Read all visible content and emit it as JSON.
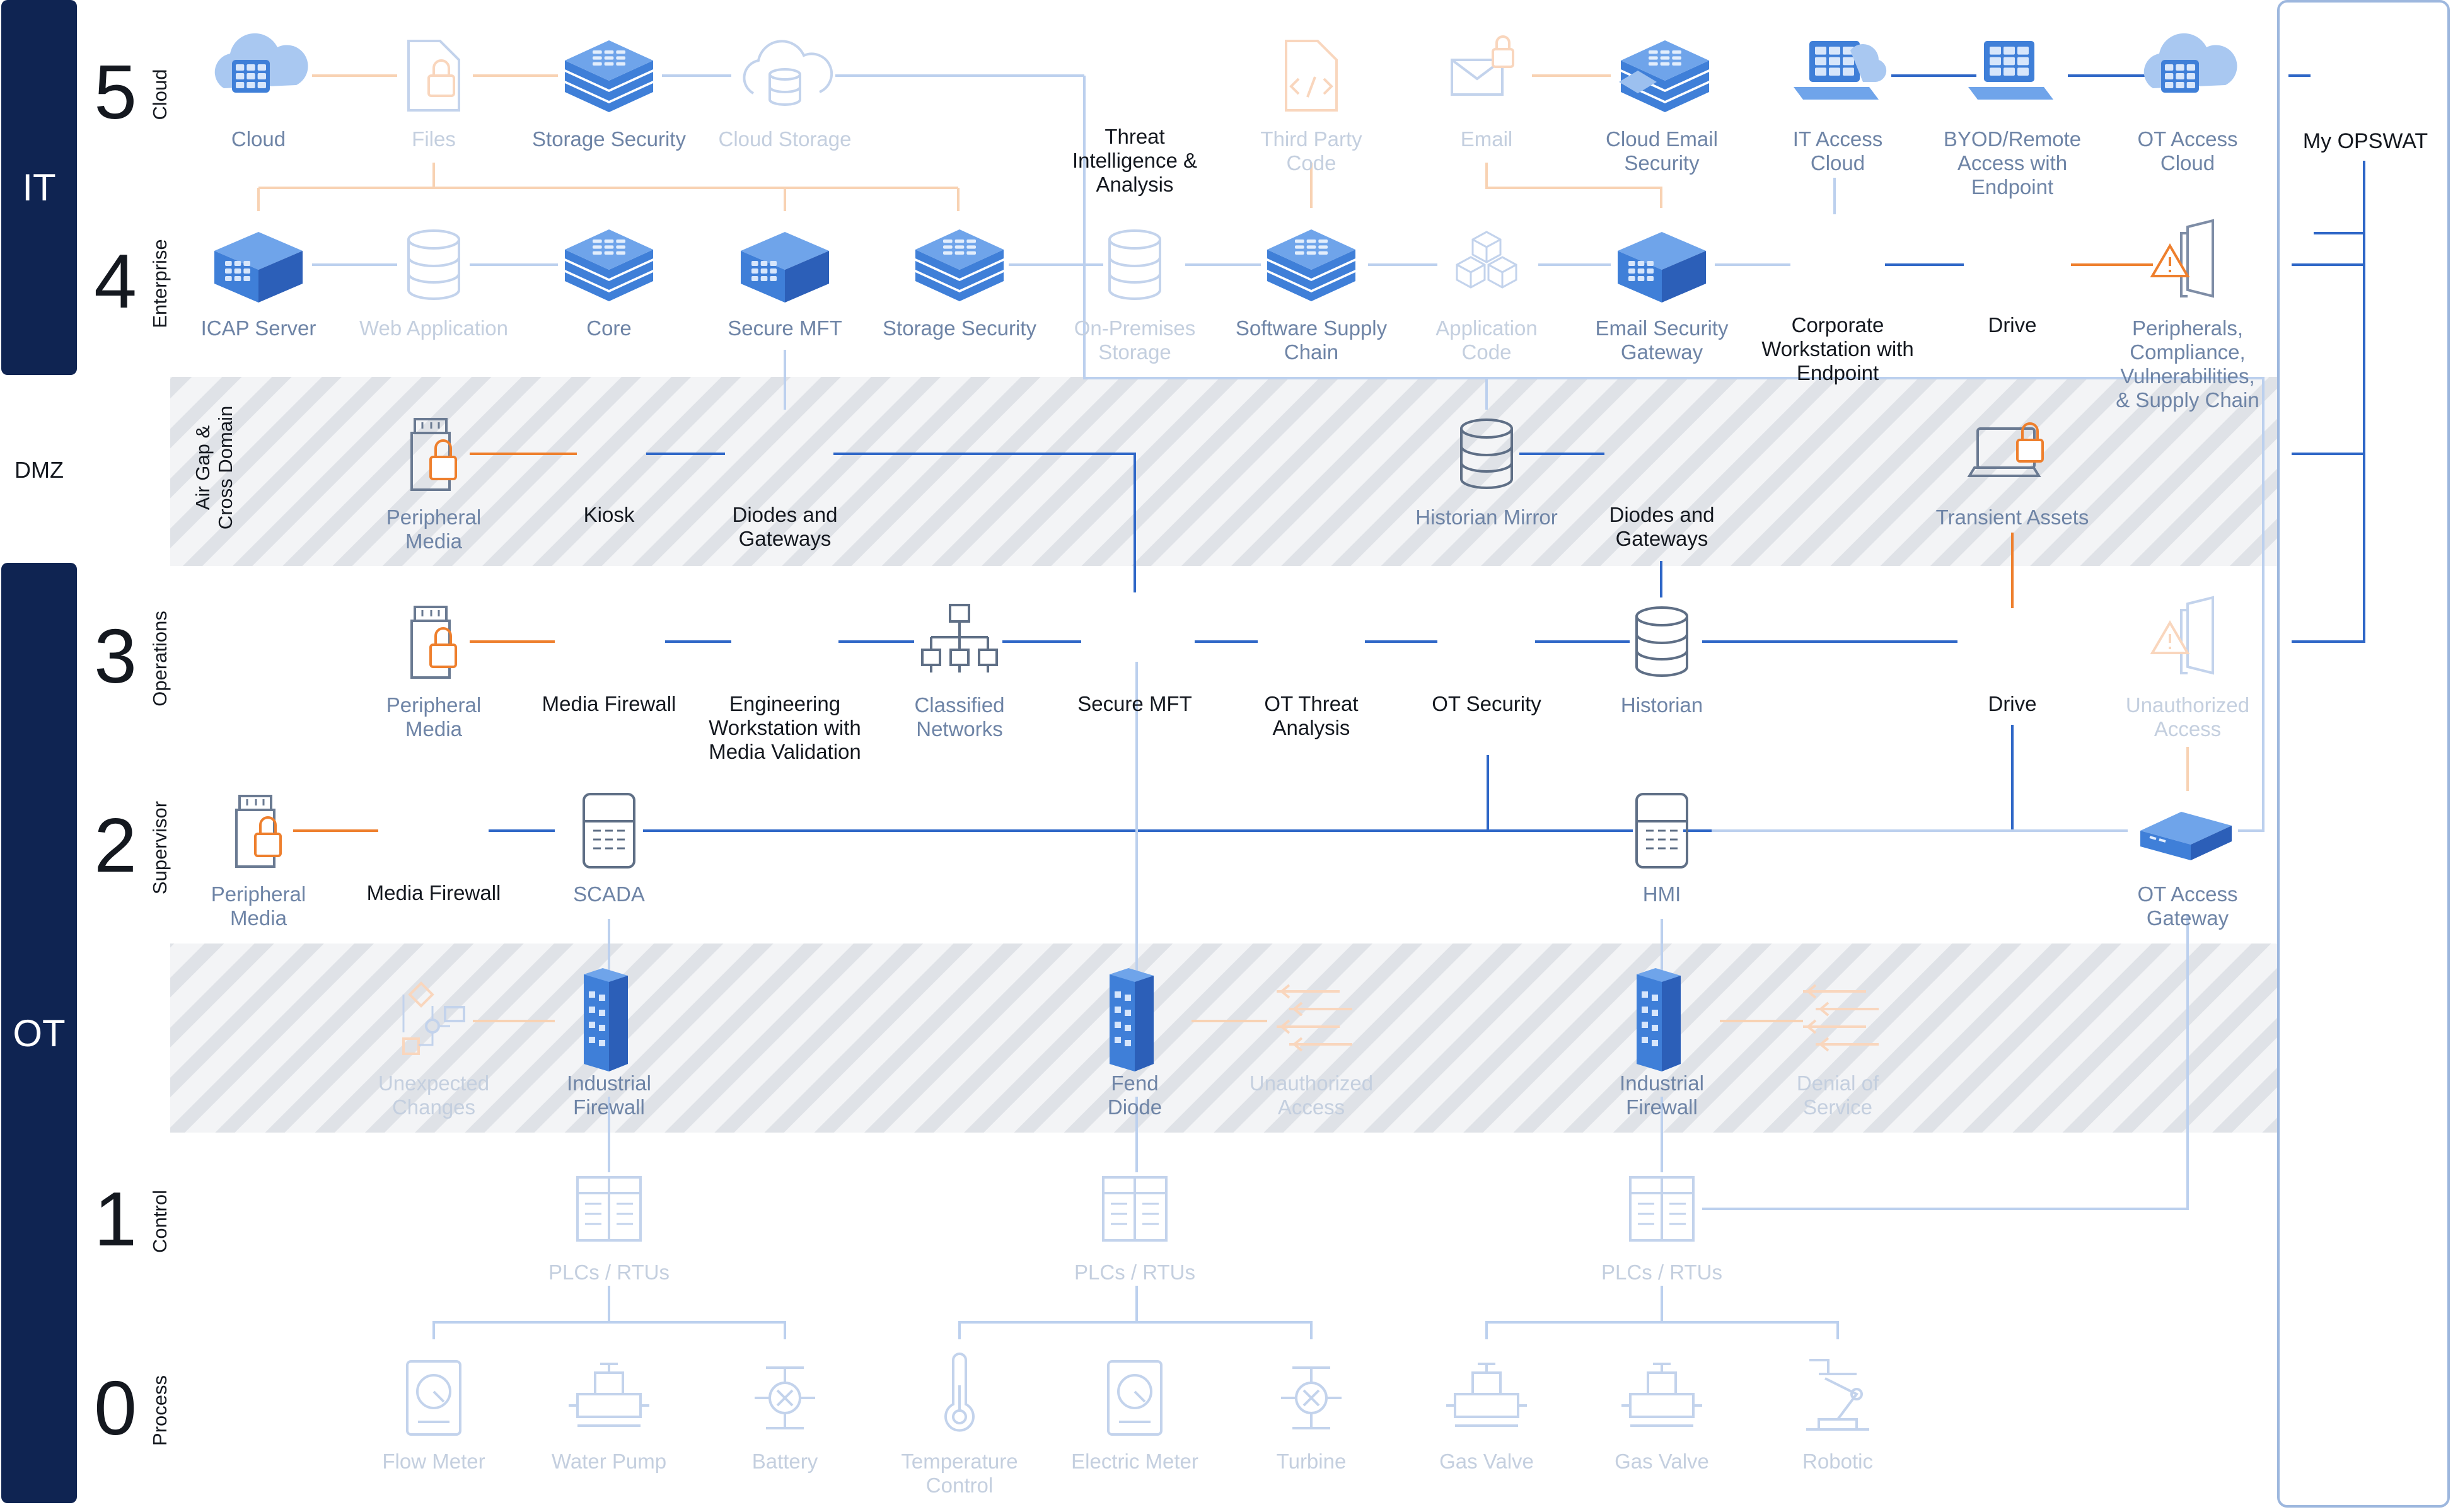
{
  "colors": {
    "sidebar": "#0f2452",
    "sidebar_light": "#1d3f80",
    "blue_line": "#2f67c7",
    "light_line": "#bcd0ee",
    "orange": "#ee7f2d",
    "orange_light": "#f8d2b3",
    "icon_blue": "#4f8de0",
    "icon_light": "#cfdff5",
    "text_active": "#14181f",
    "text_dim": "#6e84a6",
    "text_faint": "#c4cfdf",
    "band_stripe": "#d9dde3",
    "band_bg": "#f3f4f6",
    "panel_border": "#9db7de"
  },
  "sections": {
    "it": "IT",
    "ot": "OT",
    "dmz": "DMZ"
  },
  "levels": [
    {
      "key": "l5",
      "number": "5",
      "name": "Cloud"
    },
    {
      "key": "l4",
      "number": "4",
      "name": "Enterprise"
    },
    {
      "key": "l3",
      "number": "3",
      "name": "Operations"
    },
    {
      "key": "l2",
      "number": "2",
      "name": "Supervisor"
    },
    {
      "key": "l1",
      "number": "1",
      "name": "Control"
    },
    {
      "key": "l0",
      "number": "0",
      "name": "Process"
    }
  ],
  "band_label": {
    "line1": "Air Gap &",
    "line2": "Cross Domain"
  },
  "panel": {
    "title": "My OPSWAT"
  },
  "nodes": [
    {
      "id": "cloud",
      "lines": [
        "Cloud"
      ],
      "icon": "cloud-server-icon",
      "state": "active-blue"
    },
    {
      "id": "files",
      "lines": [
        "Files"
      ],
      "icon": "file-lock-icon",
      "state": "faint"
    },
    {
      "id": "l5-storage-security",
      "lines": [
        "Storage Security"
      ],
      "icon": "storage-stack-icon",
      "state": "active-blue"
    },
    {
      "id": "cloud-storage",
      "lines": [
        "Cloud Storage"
      ],
      "icon": "cloud-database-icon",
      "state": "faint"
    },
    {
      "id": "threat-intel",
      "lines": [
        "Threat",
        "Intelligence &",
        "Analysis"
      ],
      "icon": "",
      "state": "label"
    },
    {
      "id": "third-party-code",
      "lines": [
        "Third Party",
        "Code"
      ],
      "icon": "code-file-icon",
      "state": "faint"
    },
    {
      "id": "email",
      "lines": [
        "Email"
      ],
      "icon": "mail-lock-icon",
      "state": "faint"
    },
    {
      "id": "cloud-email-security",
      "lines": [
        "Cloud Email",
        "Security"
      ],
      "icon": "mail-storage-icon",
      "state": "active-blue"
    },
    {
      "id": "it-access-cloud",
      "lines": [
        "IT Access",
        "Cloud"
      ],
      "icon": "laptop-cloud-icon",
      "state": "active-blue"
    },
    {
      "id": "byod",
      "lines": [
        "BYOD/Remote",
        "Access with",
        "Endpoint"
      ],
      "icon": "laptop-icon",
      "state": "active-blue"
    },
    {
      "id": "ot-access-cloud",
      "lines": [
        "OT Access",
        "Cloud"
      ],
      "icon": "cloud-server-icon",
      "state": "active-blue"
    },
    {
      "id": "icap-server",
      "lines": [
        "ICAP Server"
      ],
      "icon": "server-icon",
      "state": "active-blue"
    },
    {
      "id": "web-application",
      "lines": [
        "Web Application"
      ],
      "icon": "database-icon",
      "state": "faint"
    },
    {
      "id": "core",
      "lines": [
        "Core"
      ],
      "icon": "storage-stack-icon",
      "state": "active-blue"
    },
    {
      "id": "l4-secure-mft",
      "lines": [
        "Secure MFT"
      ],
      "icon": "server-icon",
      "state": "active-blue"
    },
    {
      "id": "l4-storage-security",
      "lines": [
        "Storage Security"
      ],
      "icon": "storage-stack-icon",
      "state": "active-blue"
    },
    {
      "id": "on-prem-storage",
      "lines": [
        "On-Premises",
        "Storage"
      ],
      "icon": "database-icon",
      "state": "faint"
    },
    {
      "id": "software-supply-chain",
      "lines": [
        "Software Supply",
        "Chain"
      ],
      "icon": "storage-stack-icon",
      "state": "active-blue"
    },
    {
      "id": "application-code",
      "lines": [
        "Application",
        "Code"
      ],
      "icon": "cubes-icon",
      "state": "faint"
    },
    {
      "id": "email-security-gateway",
      "lines": [
        "Email Security",
        "Gateway"
      ],
      "icon": "server-icon",
      "state": "active-blue"
    },
    {
      "id": "corporate-workstation",
      "lines": [
        "Corporate",
        "Workstation with",
        "Endpoint"
      ],
      "icon": "",
      "state": "label"
    },
    {
      "id": "l4-drive",
      "lines": [
        "Drive"
      ],
      "icon": "",
      "state": "label"
    },
    {
      "id": "peripherals-compliance",
      "lines": [
        "Peripherals,",
        "Compliance,",
        "Vulnerabilities,",
        "& Supply Chain"
      ],
      "icon": "door-warning-icon",
      "state": "active-orange"
    },
    {
      "id": "dmz-peripheral-media",
      "lines": [
        "Peripheral",
        "Media"
      ],
      "icon": "usb-lock-icon",
      "state": "active-orange"
    },
    {
      "id": "kiosk",
      "lines": [
        "Kiosk"
      ],
      "icon": "",
      "state": "label"
    },
    {
      "id": "dmz-diodes",
      "lines": [
        "Diodes and",
        "Gateways"
      ],
      "icon": "",
      "state": "label"
    },
    {
      "id": "historian-mirror",
      "lines": [
        "Historian Mirror"
      ],
      "icon": "database-icon",
      "state": "dim-dark"
    },
    {
      "id": "dmz-diodes-2",
      "lines": [
        "Diodes and",
        "Gateways"
      ],
      "icon": "",
      "state": "label"
    },
    {
      "id": "transient-assets",
      "lines": [
        "Transient Assets"
      ],
      "icon": "laptop-lock-icon",
      "state": "active-orange"
    },
    {
      "id": "l3-peripheral-media",
      "lines": [
        "Peripheral",
        "Media"
      ],
      "icon": "usb-lock-icon",
      "state": "active-orange"
    },
    {
      "id": "l3-media-firewall",
      "lines": [
        "Media Firewall"
      ],
      "icon": "",
      "state": "label"
    },
    {
      "id": "engineering-workstation",
      "lines": [
        "Engineering",
        "Workstation with",
        "Media Validation"
      ],
      "icon": "",
      "state": "label"
    },
    {
      "id": "classified-networks",
      "lines": [
        "Classified",
        "Networks"
      ],
      "icon": "network-tree-icon",
      "state": "dim-dark"
    },
    {
      "id": "l3-secure-mft",
      "lines": [
        "Secure MFT"
      ],
      "icon": "",
      "state": "label"
    },
    {
      "id": "ot-threat-analysis",
      "lines": [
        "OT Threat",
        "Analysis"
      ],
      "icon": "",
      "state": "label"
    },
    {
      "id": "ot-security",
      "lines": [
        "OT Security"
      ],
      "icon": "",
      "state": "label"
    },
    {
      "id": "historian",
      "lines": [
        "Historian"
      ],
      "icon": "database-icon",
      "state": "dim-dark"
    },
    {
      "id": "l3-drive",
      "lines": [
        "Drive"
      ],
      "icon": "",
      "state": "label"
    },
    {
      "id": "unauthorized-access-l3",
      "lines": [
        "Unauthorized",
        "Access"
      ],
      "icon": "door-warning-icon",
      "state": "faint"
    },
    {
      "id": "l2-peripheral-media",
      "lines": [
        "Peripheral",
        "Media"
      ],
      "icon": "usb-lock-icon",
      "state": "active-orange"
    },
    {
      "id": "l2-media-firewall",
      "lines": [
        "Media Firewall"
      ],
      "icon": "",
      "state": "label"
    },
    {
      "id": "scada",
      "lines": [
        "SCADA"
      ],
      "icon": "hmi-panel-icon",
      "state": "dim-dark"
    },
    {
      "id": "hmi",
      "lines": [
        "HMI"
      ],
      "icon": "hmi-panel-icon",
      "state": "dim-dark"
    },
    {
      "id": "ot-access-gateway",
      "lines": [
        "OT Access",
        "Gateway"
      ],
      "icon": "gateway-icon",
      "state": "active-blue"
    },
    {
      "id": "unexpected-changes",
      "lines": [
        "Unexpected",
        "Changes"
      ],
      "icon": "flow-change-icon",
      "state": "faint"
    },
    {
      "id": "industrial-firewall-1",
      "lines": [
        "Industrial",
        "Firewall"
      ],
      "icon": "firewall-tower-icon",
      "state": "active-blue"
    },
    {
      "id": "fend-diode",
      "lines": [
        "Fend",
        "Diode"
      ],
      "icon": "firewall-tower-icon",
      "state": "active-blue"
    },
    {
      "id": "unauthorized-access-band",
      "lines": [
        "Unauthorized",
        "Access"
      ],
      "icon": "arrows-in-icon",
      "state": "faint"
    },
    {
      "id": "industrial-firewall-2",
      "lines": [
        "Industrial",
        "Firewall"
      ],
      "icon": "firewall-tower-icon",
      "state": "active-blue"
    },
    {
      "id": "denial-of-service",
      "lines": [
        "Denial of",
        "Service"
      ],
      "icon": "arrows-in-icon",
      "state": "faint"
    },
    {
      "id": "plc-1",
      "lines": [
        "PLCs / RTUs"
      ],
      "icon": "plc-icon",
      "state": "faint"
    },
    {
      "id": "plc-2",
      "lines": [
        "PLCs / RTUs"
      ],
      "icon": "plc-icon",
      "state": "faint"
    },
    {
      "id": "plc-3",
      "lines": [
        "PLCs / RTUs"
      ],
      "icon": "plc-icon",
      "state": "faint"
    },
    {
      "id": "flow-meter",
      "lines": [
        "Flow Meter"
      ],
      "icon": "meter-icon",
      "state": "faint"
    },
    {
      "id": "water-pump",
      "lines": [
        "Water Pump"
      ],
      "icon": "pump-icon",
      "state": "faint"
    },
    {
      "id": "battery",
      "lines": [
        "Battery"
      ],
      "icon": "turbine-icon",
      "state": "faint"
    },
    {
      "id": "temperature-control",
      "lines": [
        "Temperature",
        "Control"
      ],
      "icon": "thermometer-icon",
      "state": "faint"
    },
    {
      "id": "electric-meter",
      "lines": [
        "Electric Meter"
      ],
      "icon": "meter-icon",
      "state": "faint"
    },
    {
      "id": "turbine",
      "lines": [
        "Turbine"
      ],
      "icon": "turbine-icon",
      "state": "faint"
    },
    {
      "id": "gas-valve-1",
      "lines": [
        "Gas Valve"
      ],
      "icon": "pump-icon",
      "state": "faint"
    },
    {
      "id": "gas-valve-2",
      "lines": [
        "Gas Valve"
      ],
      "icon": "pump-icon",
      "state": "faint"
    },
    {
      "id": "robotic",
      "lines": [
        "Robotic"
      ],
      "icon": "robot-arm-icon",
      "state": "faint"
    }
  ]
}
